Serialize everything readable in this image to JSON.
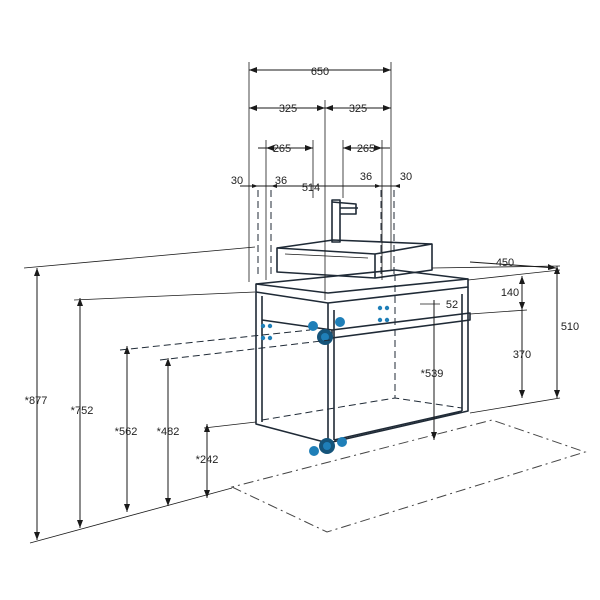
{
  "diagram": {
    "colors": {
      "line": "#1f2a36",
      "marker": "#1f7fb8",
      "marker_dark": "#15547a"
    },
    "top_dimensions": {
      "overall_width": "650",
      "half_left": "325",
      "half_right": "325",
      "offset_left": "265",
      "offset_right": "265",
      "edge_left": "30",
      "edge_right": "30",
      "inner_left": "36",
      "inner_right": "36",
      "basin_width": "514"
    },
    "right_dimensions": {
      "depth": "450",
      "top_offset": "140",
      "total_height": "510",
      "drawer_height": "370",
      "inner_top": "52",
      "inner_depth": "*539"
    },
    "left_heights": {
      "h877": "*877",
      "h752": "*752",
      "h562": "*562",
      "h482": "*482",
      "h242": "*242"
    }
  }
}
